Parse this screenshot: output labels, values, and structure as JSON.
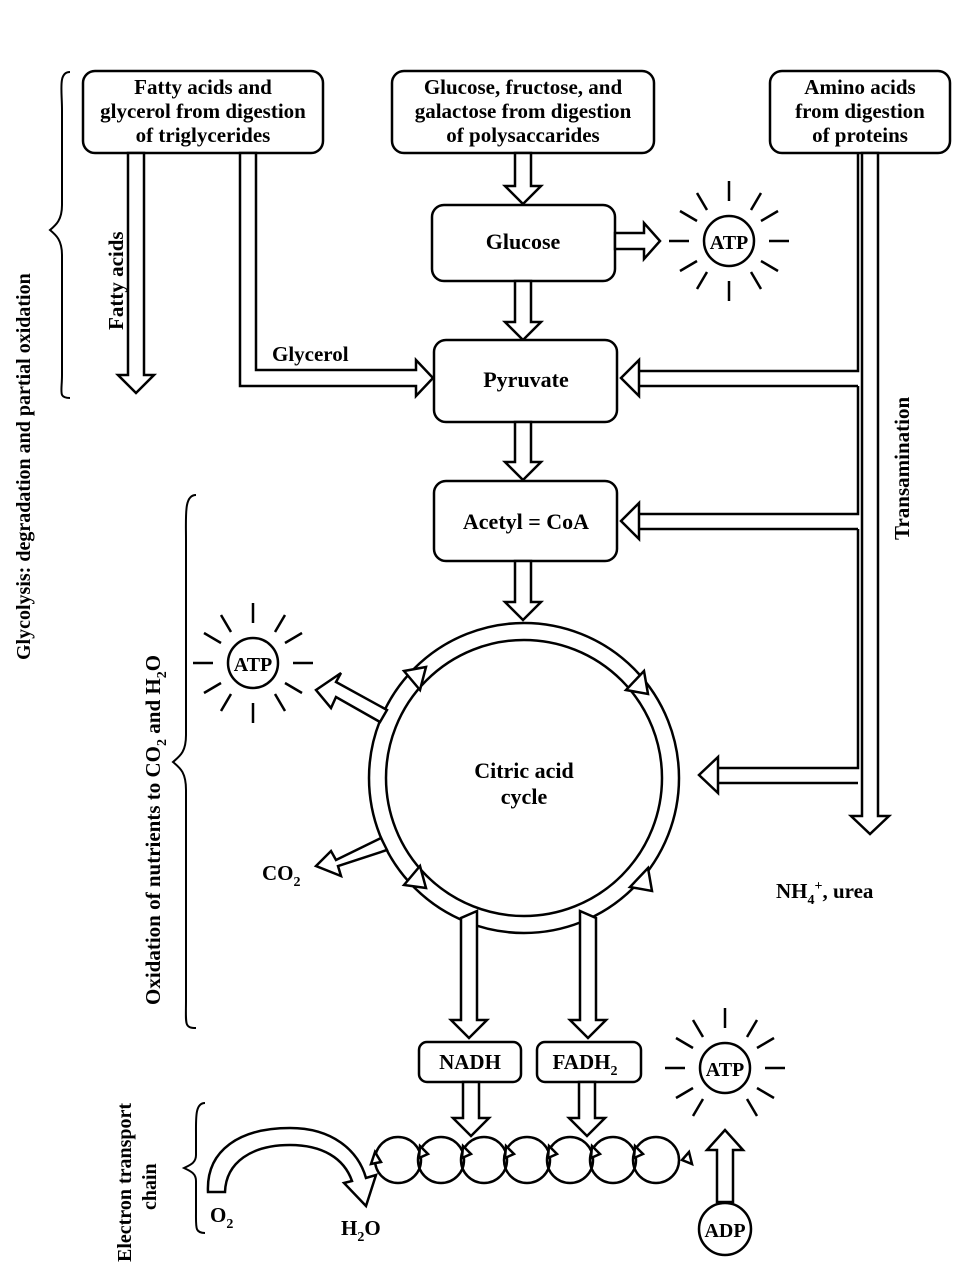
{
  "sources": {
    "fatty": [
      "Fatty acids and",
      "glycerol from digestion",
      "of triglycerides"
    ],
    "sugars": [
      "Glucose, fructose, and",
      "galactose from digestion",
      "of polysaccarides"
    ],
    "amino": [
      "Amino acids",
      "from digestion",
      "of proteins"
    ]
  },
  "nodes": {
    "glucose": "Glucose",
    "pyruvate": "Pyruvate",
    "acetyl": "Acetyl = CoA",
    "cycle": [
      "Citric acid",
      "cycle"
    ],
    "nadh": "NADH",
    "fadh": "FADH",
    "fadh_sub": "2"
  },
  "labels": {
    "atp": "ATP",
    "adp": "ADP",
    "fatty_acids": "Fatty acids",
    "glycerol": "Glycerol",
    "transamination": "Transamination",
    "nh4": "NH",
    "nh4_sub": "4",
    "nh4_sup": "+",
    "nh4_rest": ", urea",
    "co2": "CO",
    "two": "2",
    "o2": "O",
    "h2o_h": "H",
    "h2o_o": "O"
  },
  "sides": {
    "glycolysis": "Glycolysis:  degradation and partial oxidation",
    "oxidation_a": "Oxidation of nutrients to CO",
    "oxidation_b": " and H",
    "oxidation_c": "O",
    "sub2": "2",
    "etc1": "Electron transport",
    "etc2": "chain"
  }
}
